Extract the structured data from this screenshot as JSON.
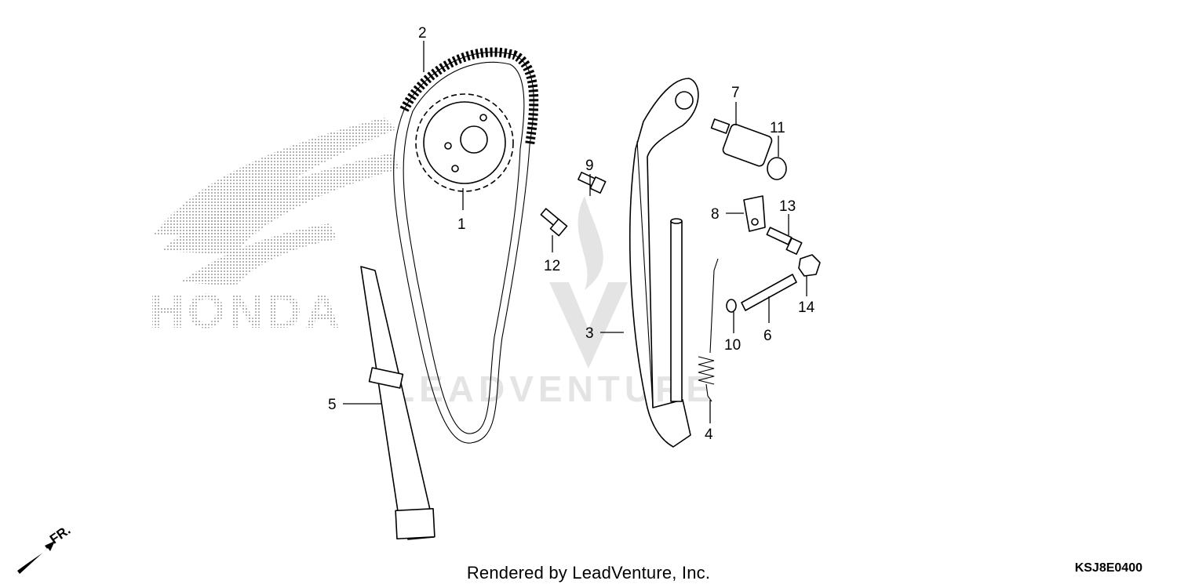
{
  "footer": {
    "rendered_by": "Rendered by LeadVenture, Inc.",
    "diagram_code": "KSJ8E0400"
  },
  "orientation": {
    "front_label": "FR."
  },
  "watermark": {
    "brand_logo": "HONDA",
    "dealer_logo": "LEADVENTURE"
  },
  "callouts": {
    "c1": "1",
    "c2": "2",
    "c3": "3",
    "c4": "4",
    "c5": "5",
    "c6": "6",
    "c7": "7",
    "c8": "8",
    "c9": "9",
    "c10": "10",
    "c11": "11",
    "c12": "12",
    "c13": "13",
    "c14": "14"
  },
  "colors": {
    "ink": "#000000",
    "watermark": "#c8c8c8",
    "background": "#ffffff"
  }
}
